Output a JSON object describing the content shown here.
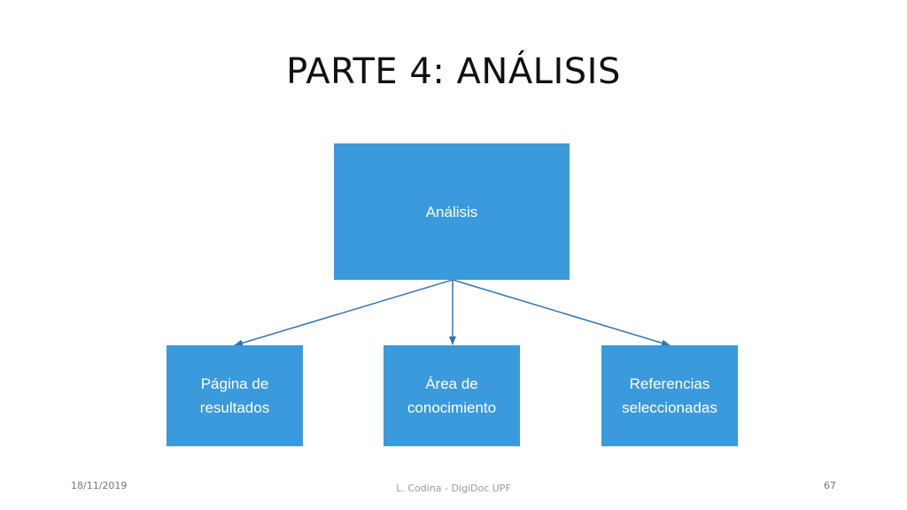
{
  "slide": {
    "title": "PARTE 4: ANÁLISIS"
  },
  "diagram": {
    "root": {
      "label": "Análisis"
    },
    "children": [
      {
        "label": "Página de\nresultados"
      },
      {
        "label": "Área de\nconocimiento"
      },
      {
        "label": "Referencias\nseleccionadas"
      }
    ],
    "box_color": "#3a9adb",
    "connector_color": "#2f74b5"
  },
  "footer": {
    "date": "18/11/2019",
    "author": "L. Codina - DigiDoc UPF",
    "page_number": "67"
  }
}
